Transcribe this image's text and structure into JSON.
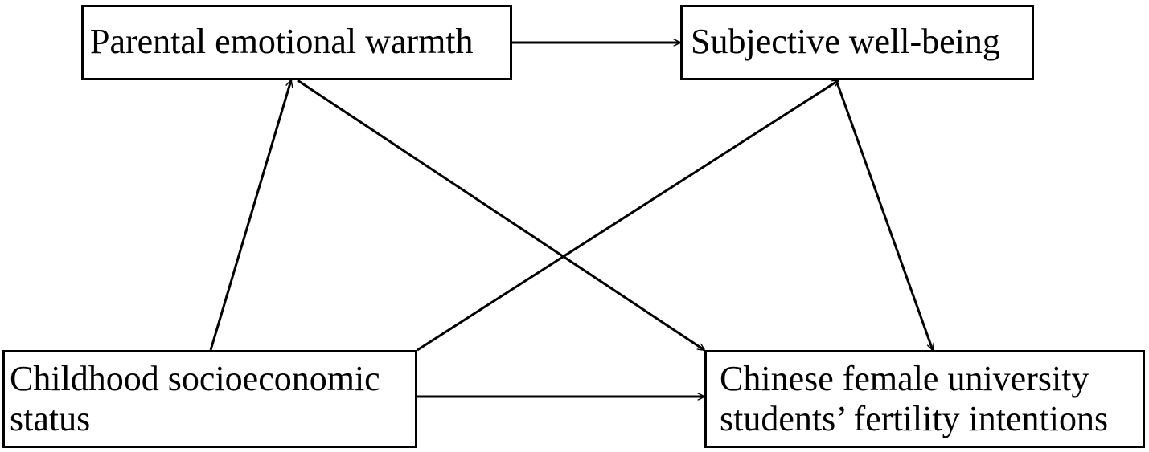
{
  "diagram": {
    "nodes": {
      "parental_warmth": {
        "lines": [
          "Parental emotional warmth"
        ]
      },
      "subjective_wellbeing": {
        "lines": [
          "Subjective well-being"
        ]
      },
      "childhood_ses": {
        "lines": [
          "Childhood socioeconomic",
          "status"
        ]
      },
      "fertility_intentions": {
        "lines": [
          "Chinese female university",
          "students’ fertility intentions"
        ]
      }
    },
    "edges": [
      {
        "from": "parental_warmth",
        "to": "subjective_wellbeing"
      },
      {
        "from": "childhood_ses",
        "to": "parental_warmth"
      },
      {
        "from": "parental_warmth",
        "to": "fertility_intentions"
      },
      {
        "from": "childhood_ses",
        "to": "subjective_wellbeing"
      },
      {
        "from": "subjective_wellbeing",
        "to": "fertility_intentions"
      },
      {
        "from": "childhood_ses",
        "to": "fertility_intentions"
      }
    ],
    "line_color": "#000000"
  }
}
